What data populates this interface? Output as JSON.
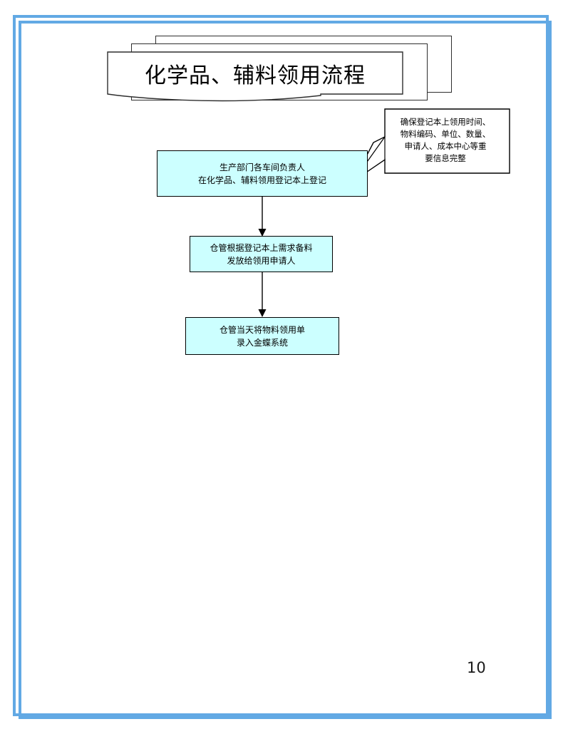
{
  "document": {
    "title": "化学品、辅料领用流程",
    "page_number": "10"
  },
  "colors": {
    "frame_blue": "#62a9e4",
    "box_fill": "#ccffff",
    "box_border": "#000000",
    "callout_fill": "#ffffff",
    "text": "#000000"
  },
  "flow": {
    "nodes": [
      {
        "id": "step-1",
        "lines": [
          "生产部门各车间负责人",
          "在化学品、辅料领用登记本上登记"
        ]
      },
      {
        "id": "step-2",
        "lines": [
          "仓管根据登记本上需求备料",
          "发放给领用申请人"
        ]
      },
      {
        "id": "step-3",
        "lines": [
          "仓管当天将物料领用单",
          "录入金蝶系统"
        ]
      }
    ],
    "connectors": [
      {
        "id": "connector-1",
        "from": "step-1",
        "to": "step-2",
        "direction": "down"
      },
      {
        "id": "connector-2",
        "from": "step-2",
        "to": "step-3",
        "direction": "down"
      }
    ],
    "callout": {
      "attached_to": "step-1",
      "lines": [
        "确保登记本上领用时间、",
        "物料编码、单位、数量、",
        "申请人、成本中心等重",
        "要信息完整"
      ]
    }
  }
}
